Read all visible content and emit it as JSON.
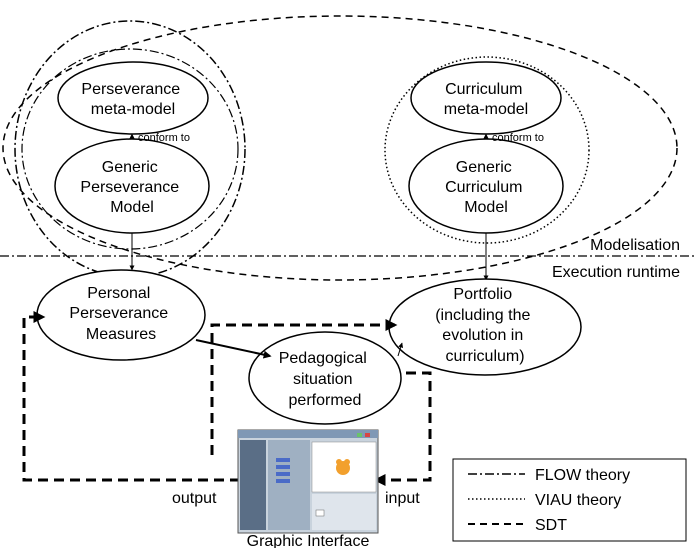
{
  "nodes": {
    "perseverance_metamodel": [
      "Perseverance",
      "meta-model"
    ],
    "generic_perseverance_model": [
      "Generic",
      "Perseverance",
      "Model"
    ],
    "curriculum_metamodel": [
      "Curriculum",
      "meta-model"
    ],
    "generic_curriculum_model": [
      "Generic",
      "Curriculum",
      "Model"
    ],
    "personal_perseverance_measures": [
      "Personal",
      "Perseverance",
      "Measures"
    ],
    "portfolio": [
      "Portfolio",
      "(including the",
      "evolution in",
      "curriculum)"
    ],
    "pedagogical_situation": [
      "Pedagogical",
      "situation",
      "performed"
    ]
  },
  "edge_labels": {
    "conform_left": "conform to",
    "conform_right": "conform to",
    "output": "output",
    "input": "input"
  },
  "zones": {
    "modelisation": "Modelisation",
    "execution": "Execution runtime"
  },
  "graphic_interface": {
    "caption": "Graphic Interface"
  },
  "legend": [
    {
      "label": "FLOW theory",
      "style": "dash-dot"
    },
    {
      "label": "VIAU theory",
      "style": "dotted"
    },
    {
      "label": "SDT",
      "style": "dashed"
    }
  ]
}
